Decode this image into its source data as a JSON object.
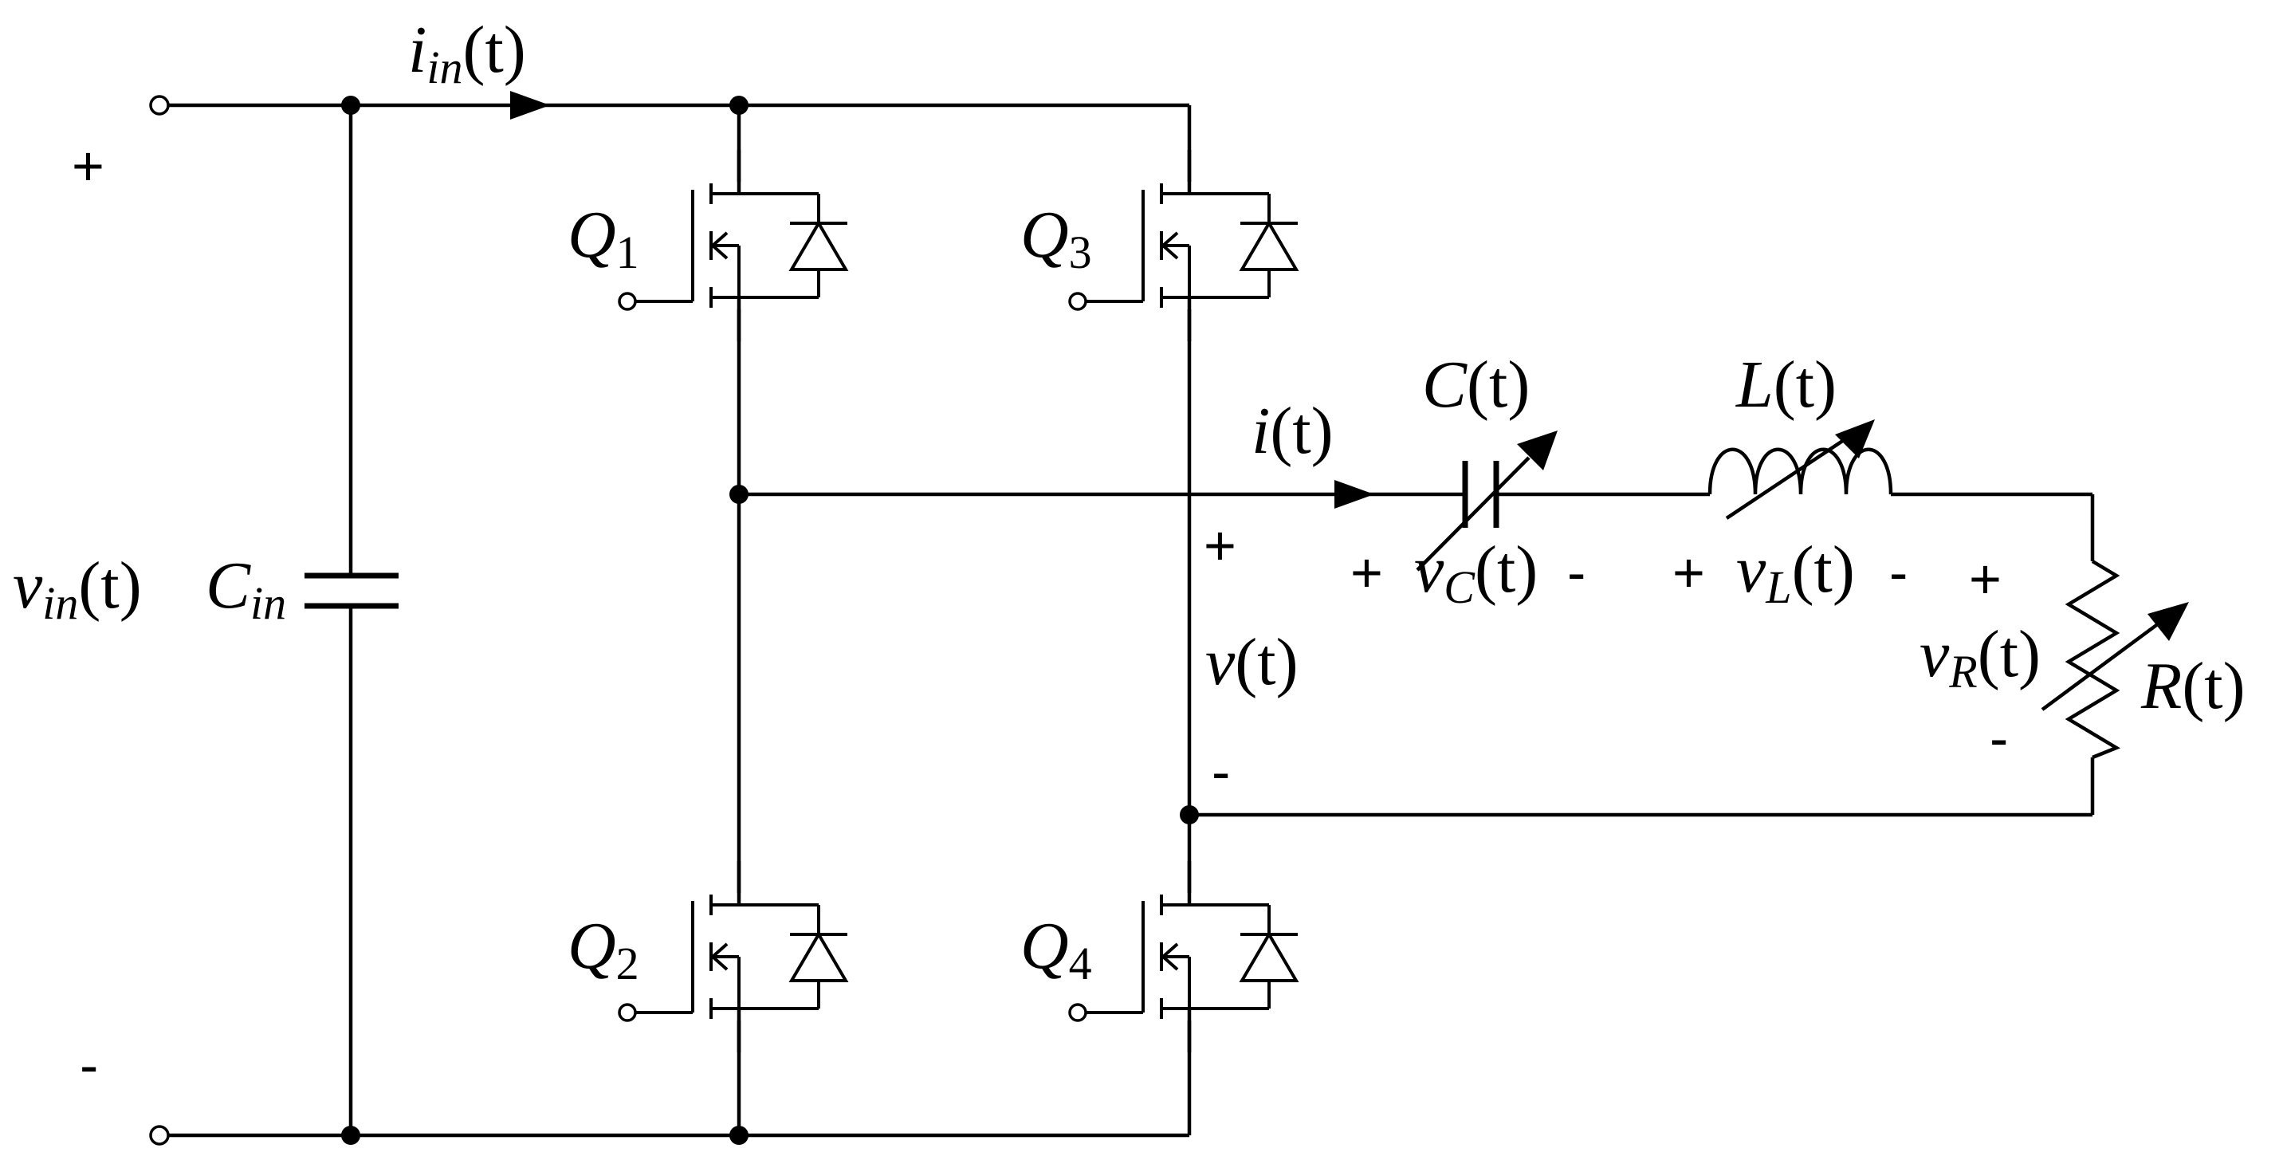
{
  "labels": {
    "vin": {
      "main": "v",
      "sub": "in",
      "tail": "(t)"
    },
    "iin": {
      "main": "i",
      "sub": "in",
      "tail": "(t)"
    },
    "cin": {
      "main": "C",
      "sub": "in"
    },
    "q1": {
      "main": "Q",
      "sub": "1"
    },
    "q2": {
      "main": "Q",
      "sub": "2"
    },
    "q3": {
      "main": "Q",
      "sub": "3"
    },
    "q4": {
      "main": "Q",
      "sub": "4"
    },
    "it": {
      "main": "i",
      "tail": "(t)"
    },
    "vt": {
      "main": "v",
      "tail": "(t)"
    },
    "ct": {
      "main": "C",
      "tail": "(t)"
    },
    "lt": {
      "main": "L",
      "tail": "(t)"
    },
    "rt": {
      "main": "R",
      "tail": "(t)"
    },
    "vc": {
      "main": "v",
      "sub": "C",
      "tail": "(t)"
    },
    "vl": {
      "main": "v",
      "sub": "L",
      "tail": "(t)"
    },
    "vr": {
      "main": "v",
      "sub": "R",
      "tail": "(t)"
    }
  },
  "signs": {
    "plus": "+",
    "minus": "-"
  }
}
